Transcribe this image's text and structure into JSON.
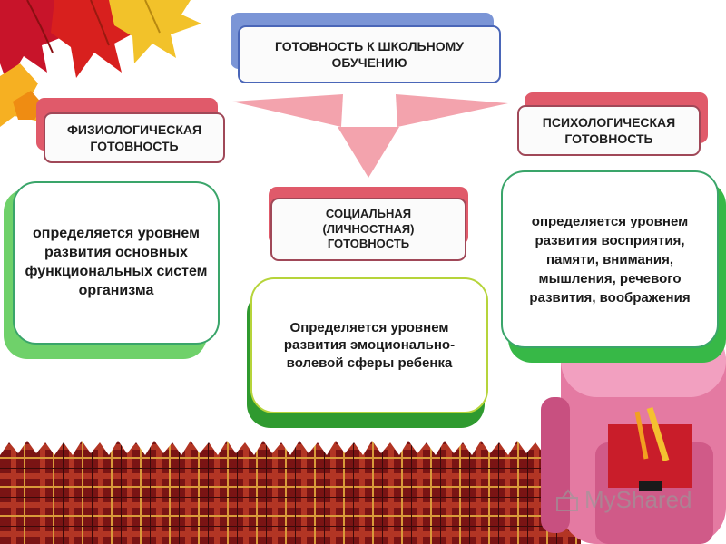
{
  "main": {
    "top": "ГОТОВНОСТЬ К ШКОЛЬНОМУ ОБУЧЕНИЮ"
  },
  "branches": [
    {
      "title": "ФИЗИОЛОГИЧЕСКАЯ ГОТОВНОСТЬ",
      "text": "определяется уровнем развития основных функциональных систем организма"
    },
    {
      "title": "СОЦИАЛЬНАЯ (ЛИЧНОСТНАЯ) ГОТОВНОСТЬ",
      "text": "Определяется уровнем развития эмоционально-волевой сферы ребенка"
    },
    {
      "title": "ПСИХОЛОГИЧЕСКАЯ ГОТОВНОСТЬ",
      "text": "определяется уровнем развития восприятия, памяти, внимания, мышления, речевого развития, воображения"
    }
  ],
  "watermark": {
    "text": "MyShared"
  },
  "colors": {
    "blue_box": "#7b95d6",
    "red_box": "#e05a6a",
    "green_left": "#6fd16a",
    "green_center": "#2f9a2f",
    "green_right": "#37b847",
    "card_border": "#3aa56a",
    "arrow": "#f3a3ad"
  }
}
